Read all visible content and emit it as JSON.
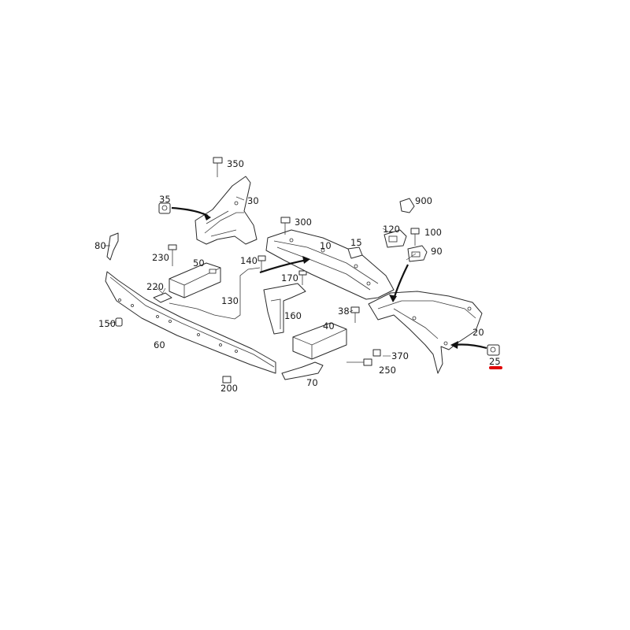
{
  "callouts": {
    "c350": "350",
    "c35": "35",
    "c30": "30",
    "c300": "300",
    "c10": "10",
    "c900": "900",
    "c120": "120",
    "c100": "100",
    "c15": "15",
    "c90": "90",
    "c80": "80",
    "c230": "230",
    "c50": "50",
    "c140": "140",
    "c170": "170",
    "c220": "220",
    "c130": "130",
    "c160": "160",
    "c38": "38",
    "c150": "150",
    "c40": "40",
    "c20": "20",
    "c60": "60",
    "c370": "370",
    "c25": "25",
    "c250": "250",
    "c200": "200",
    "c70": "70"
  },
  "highlight": {
    "part": "25",
    "color": "#e00000"
  }
}
